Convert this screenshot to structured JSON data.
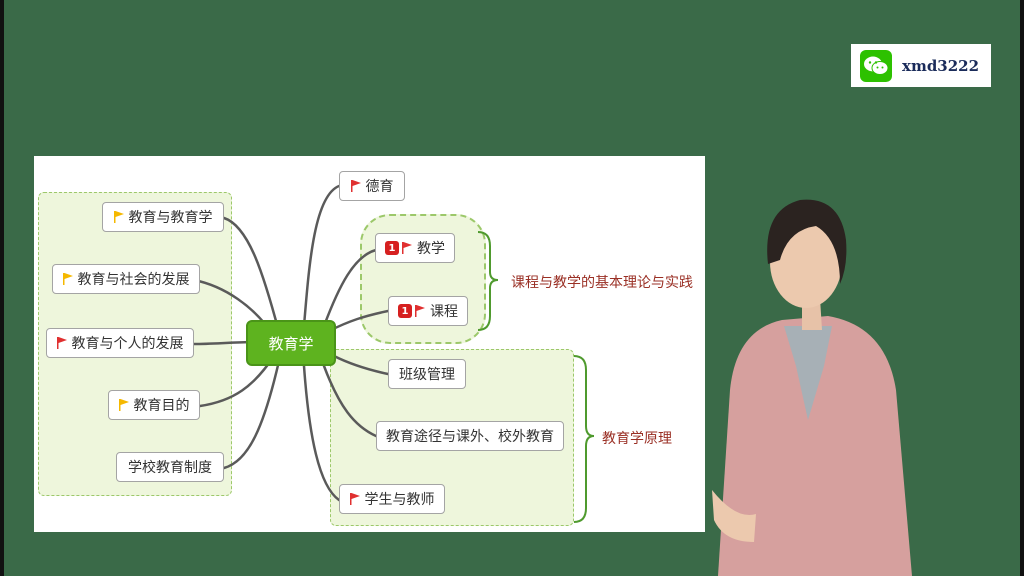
{
  "watermark": {
    "text": "xmd3222",
    "icon": "wechat-icon"
  },
  "mindmap": {
    "center": "教育学",
    "left_nodes": [
      {
        "label": "教育与教育学",
        "flag_color": "#f5b800"
      },
      {
        "label": "教育与社会的发展",
        "flag_color": "#f5b800"
      },
      {
        "label": "教育与个人的发展",
        "flag_color": "#e03030"
      },
      {
        "label": "教育目的",
        "flag_color": "#f5b800"
      },
      {
        "label": "学校教育制度",
        "flag_color": ""
      }
    ],
    "right_nodes": {
      "deyu": {
        "label": "德育",
        "flag_color": "#e03030"
      },
      "jiaoxue": {
        "label": "教学",
        "priority": "1",
        "flag_color": "#e03030"
      },
      "kecheng": {
        "label": "课程",
        "priority": "1",
        "flag_color": "#e03030"
      },
      "banji": {
        "label": "班级管理"
      },
      "tujing": {
        "label": "教育途径与课外、校外教育"
      },
      "xuesheng": {
        "label": "学生与教师",
        "flag_color": "#e03030"
      }
    },
    "summaries": {
      "curriculum": "课程与教学的基本理论与实践",
      "principles": "教育学原理"
    },
    "colors": {
      "center_fill": "#5eb31f",
      "group_fill": "#eef6dc",
      "group_border": "#9cc86a",
      "summary_text": "#9a2f24",
      "brace": "#4f9a2e"
    }
  }
}
